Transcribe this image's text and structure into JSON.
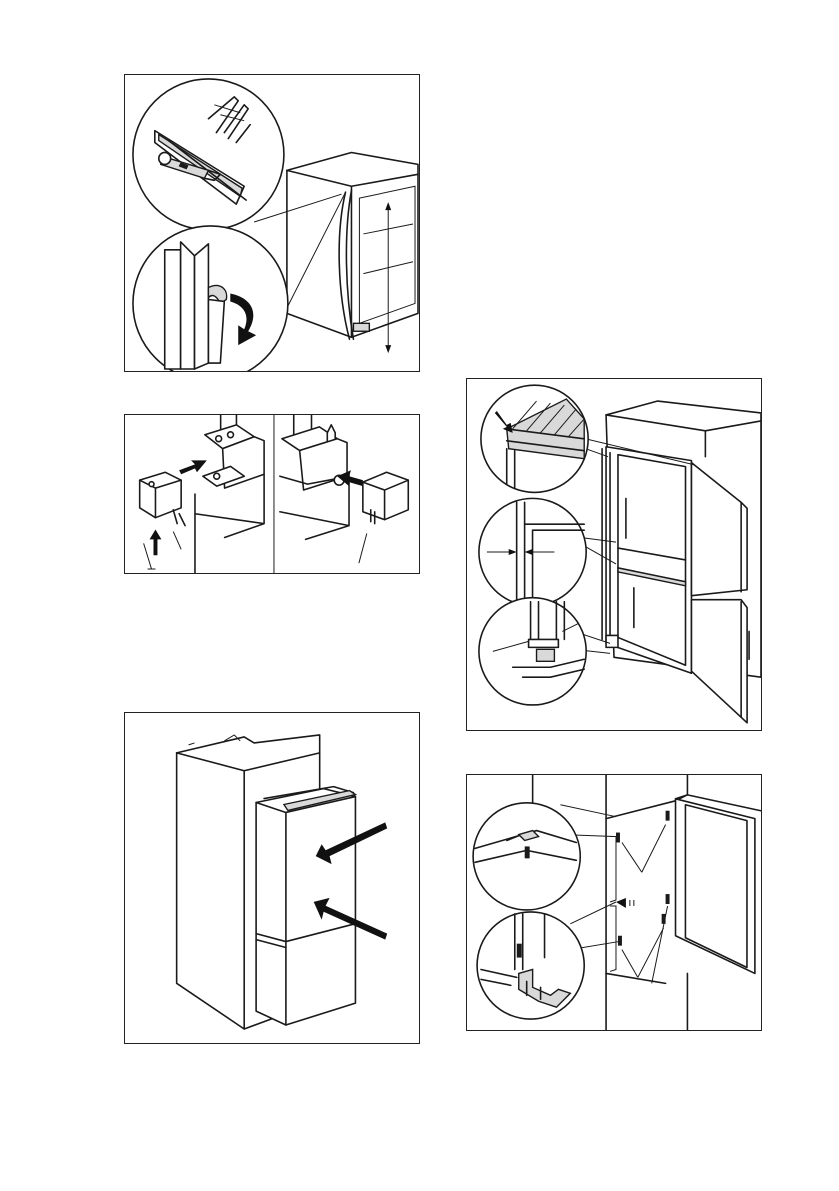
{
  "document": {
    "figures": [
      {
        "id": "fig-1",
        "content": "seal-strip-cutting"
      },
      {
        "id": "fig-2",
        "content": "hinge-covers"
      },
      {
        "id": "fig-3",
        "content": "appliance-into-niche"
      },
      {
        "id": "fig-4",
        "content": "door-alignment"
      },
      {
        "id": "fig-5",
        "content": "door-bracket-screws"
      }
    ],
    "colors": {
      "line": "#1a1a1a",
      "fill": "#d9d9d9",
      "background": "#ffffff"
    }
  }
}
